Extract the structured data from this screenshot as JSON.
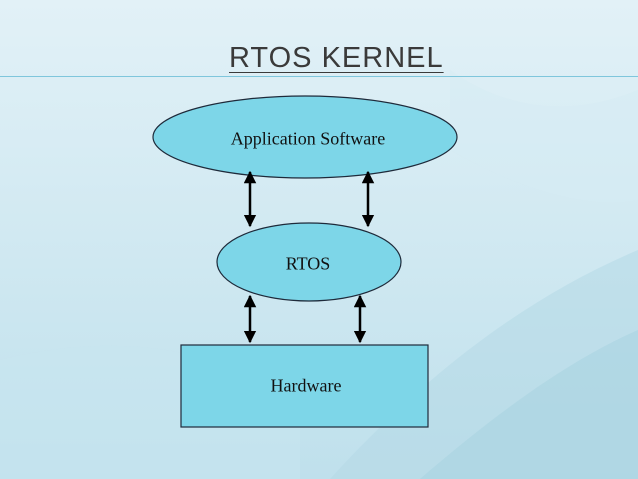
{
  "slide": {
    "title": "RTOS KERNEL"
  },
  "diagram": {
    "nodes": [
      {
        "id": "app",
        "label": "Application Software",
        "shape": "ellipse"
      },
      {
        "id": "rtos",
        "label": "RTOS",
        "shape": "ellipse"
      },
      {
        "id": "hw",
        "label": "Hardware",
        "shape": "rectangle"
      }
    ],
    "edges": [
      {
        "from": "app",
        "to": "rtos",
        "direction": "both"
      },
      {
        "from": "app",
        "to": "rtos",
        "direction": "both"
      },
      {
        "from": "rtos",
        "to": "hw",
        "direction": "both"
      },
      {
        "from": "rtos",
        "to": "hw",
        "direction": "both"
      }
    ]
  },
  "colors": {
    "node_fill": "#7dd6e8",
    "node_stroke": "#1e2a3a",
    "arrow": "#000000",
    "accent_line": "#7fc6dc"
  }
}
